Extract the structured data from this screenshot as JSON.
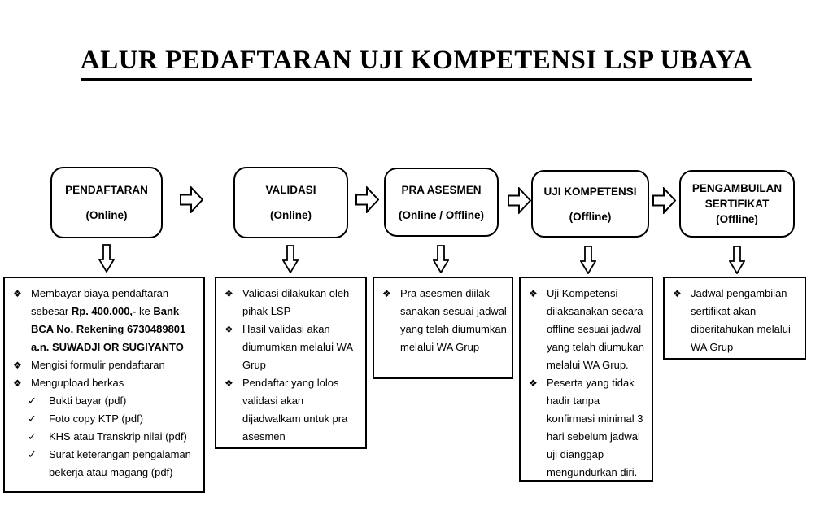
{
  "title": "ALUR PEDAFTARAN UJI KOMPETENSI LSP UBAYA",
  "glyphs": {
    "bullet": "❖",
    "check": "✓"
  },
  "colors": {
    "background": "#ffffff",
    "border": "#000000",
    "text": "#000000"
  },
  "stages": [
    {
      "line1": "PENDAFTARAN",
      "line2": "(Online)"
    },
    {
      "line1": "VALIDASI",
      "line2": "(Online)"
    },
    {
      "line1": "PRA ASESMEN",
      "line2": "(Online / Offline)"
    },
    {
      "line1": "UJI KOMPETENSI",
      "line2": "(Offline)"
    },
    {
      "line1": "PENGAMBUILAN",
      "line2": "SERTIFIKAT",
      "line3": "(Offline)"
    }
  ],
  "details": [
    {
      "bullets": [
        {
          "rich": [
            {
              "t": "Membayar biaya pendaftaran sebesar "
            },
            {
              "t": "Rp. 400.000,-",
              "bold": true
            },
            {
              "t": "  ke "
            },
            {
              "t": "Bank BCA No. Rekening 6730489801 a.n. SUWADJI  OR SUGIYANTO",
              "bold": true
            }
          ]
        },
        {
          "text": "Mengisi formulir pendaftaran"
        },
        {
          "text": "Mengupload berkas"
        }
      ],
      "checks": [
        {
          "text": "Bukti bayar (pdf)"
        },
        {
          "text": "Foto copy KTP (pdf)"
        },
        {
          "text": "KHS atau Transkrip nilai (pdf)"
        },
        {
          "text": "Surat keterangan pengalaman bekerja atau magang (pdf)"
        }
      ]
    },
    {
      "bullets": [
        {
          "text": "Validasi dilakukan oleh pihak LSP"
        },
        {
          "text": "Hasil validasi akan diumumkan melalui WA Grup"
        },
        {
          "text": "Pendaftar yang lolos validasi akan dijadwalkam untuk pra asesmen"
        }
      ]
    },
    {
      "bullets": [
        {
          "text": "Pra asesmen diilak sanakan sesuai jadwal yang telah diumumkan melalui WA Grup"
        }
      ]
    },
    {
      "bullets": [
        {
          "text": "Uji Kompetensi dilaksanakan secara offline sesuai jadwal yang telah diumukan melalui WA Grup."
        },
        {
          "text": "Peserta yang tidak hadir  tanpa konfirmasi minimal 3 hari sebelum jadwal uji dianggap mengundurkan diri."
        }
      ]
    },
    {
      "bullets": [
        {
          "text": "Jadwal pengambilan sertifikat akan diberitahukan melalui  WA Grup"
        }
      ]
    }
  ]
}
